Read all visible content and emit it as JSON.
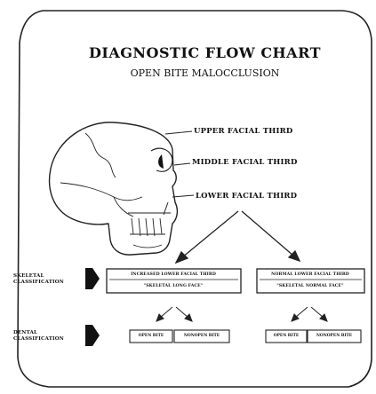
{
  "diagram": {
    "title": "DIAGNOSTIC FLOW CHART",
    "subtitle": "OPEN BITE MALOCCLUSION",
    "facial_thirds": {
      "upper": "UPPER FACIAL THIRD",
      "middle": "MIDDLE FACIAL THIRD",
      "lower": "LOWER FACIAL THIRD"
    },
    "skeletal_label": [
      "SKELETAL",
      "CLASSIFICATION"
    ],
    "dental_label": [
      "DENTAL",
      "CLASSIFICATION"
    ],
    "skeletal_boxes": [
      {
        "line1": "INCREASED LOWER FACIAL THIRD",
        "line2": "\"SKELETAL LONG FACE\""
      },
      {
        "line1": "NORMAL LOWER FACIAL THIRD",
        "line2": "\"SKELETAL NORMAL FACE\""
      }
    ],
    "dental_boxes": [
      "OPEN BITE",
      "NONOPEN BITE",
      "OPEN BITE",
      "NONOPEN BITE"
    ],
    "colors": {
      "ink": "#111111",
      "background": "#ffffff"
    }
  }
}
